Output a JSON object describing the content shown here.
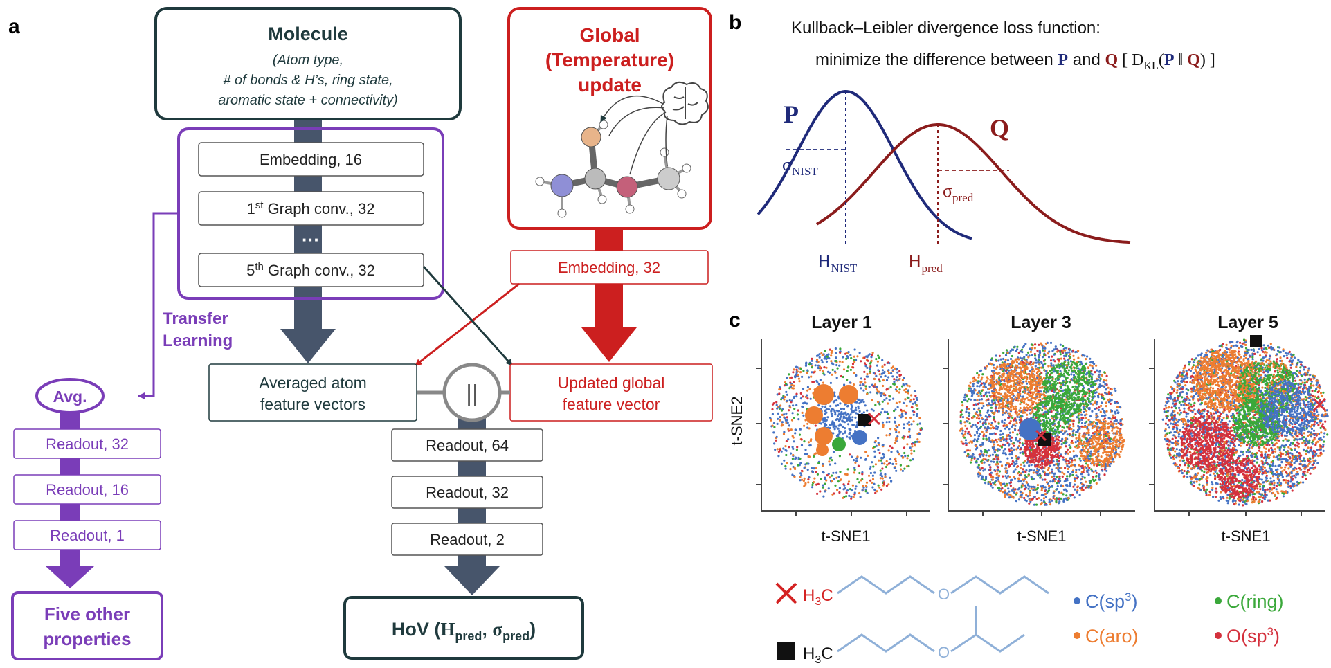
{
  "panels": {
    "a": "a",
    "b": "b",
    "c": "c"
  },
  "molecule": {
    "title": "Molecule",
    "line1": "(Atom type,",
    "line2": "# of bonds & H’s, ring state,",
    "line3": "aromatic state + connectivity)"
  },
  "encoder": {
    "embedding": "Embedding, 16",
    "conv1_pre": "1",
    "conv1_sup": "st",
    "conv1_post": " Graph conv., 32",
    "dots": "···",
    "conv5_pre": "5",
    "conv5_sup": "th",
    "conv5_post": " Graph conv., 32"
  },
  "global_update": {
    "line1": "Global",
    "line2": "(Temperature)",
    "line3": "update",
    "embedding": "Embedding, 32"
  },
  "transfer": {
    "line1": "Transfer",
    "line2": "Learning"
  },
  "left_branch": {
    "avg": "Avg.",
    "readouts": [
      "Readout, 32",
      "Readout, 16",
      "Readout, 1"
    ],
    "out_line1": "Five other",
    "out_line2": "properties"
  },
  "atom_vec": {
    "line1": "Averaged atom",
    "line2": "feature vectors"
  },
  "global_vec": {
    "line1": "Updated global",
    "line2": "feature vector"
  },
  "concat": "||",
  "center_branch": {
    "readouts": [
      "Readout, 64",
      "Readout, 32",
      "Readout, 2"
    ],
    "hov_prefix": "HoV (",
    "hov_h": "H",
    "hov_h_sub": "pred",
    "hov_sep": ", ",
    "hov_s": "σ",
    "hov_s_sub": "pred",
    "hov_suffix": ")"
  },
  "panel_b": {
    "title": "Kullback–Leibler divergence loss function:",
    "sub_prefix": "minimize the difference between ",
    "sub_p": "P",
    "sub_and": " and ",
    "sub_q": "Q",
    "sub_bracket_open": " [ D",
    "sub_kl": "KL",
    "sub_paren_open": "(",
    "sub_p2": "P",
    "sub_parallel": " ǁ ",
    "sub_q2": "Q",
    "sub_close": ") ]",
    "label_p": "P",
    "label_q": "Q",
    "sigma_nist": "σ",
    "sigma_nist_sub": "NIST",
    "sigma_pred": "σ",
    "sigma_pred_sub": "pred",
    "h_nist": "H",
    "h_nist_sub": "NIST",
    "h_pred": "H",
    "h_pred_sub": "pred",
    "colors": {
      "p": "#1f2a7a",
      "q": "#8b1c1c"
    }
  },
  "panel_c": {
    "layers": [
      "Layer 1",
      "Layer 3",
      "Layer 5"
    ],
    "xlabel": "t-SNE1",
    "ylabel": "t-SNE2",
    "legend": [
      {
        "label_pre": "C(sp",
        "sup": "3",
        "label_post": ")",
        "color": "#4472c4"
      },
      {
        "label_pre": "C(ring",
        "sup": "",
        "label_post": ")",
        "color": "#3aa83a"
      },
      {
        "label_pre": "C(aro",
        "sup": "",
        "label_post": ")",
        "color": "#ed7d31"
      },
      {
        "label_pre": "O(sp",
        "sup": "3",
        "label_post": ")",
        "color": "#d4313d"
      }
    ],
    "mol1": {
      "h": "H",
      "sub": "3",
      "c": "C",
      "o": "O"
    },
    "mol2": {
      "h": "H",
      "sub": "3",
      "c": "C",
      "o": "O"
    }
  },
  "colors": {
    "dark": "#1f3a3d",
    "purple": "#7a3db8",
    "red": "#cc1f1f",
    "slate": "#47556b"
  }
}
